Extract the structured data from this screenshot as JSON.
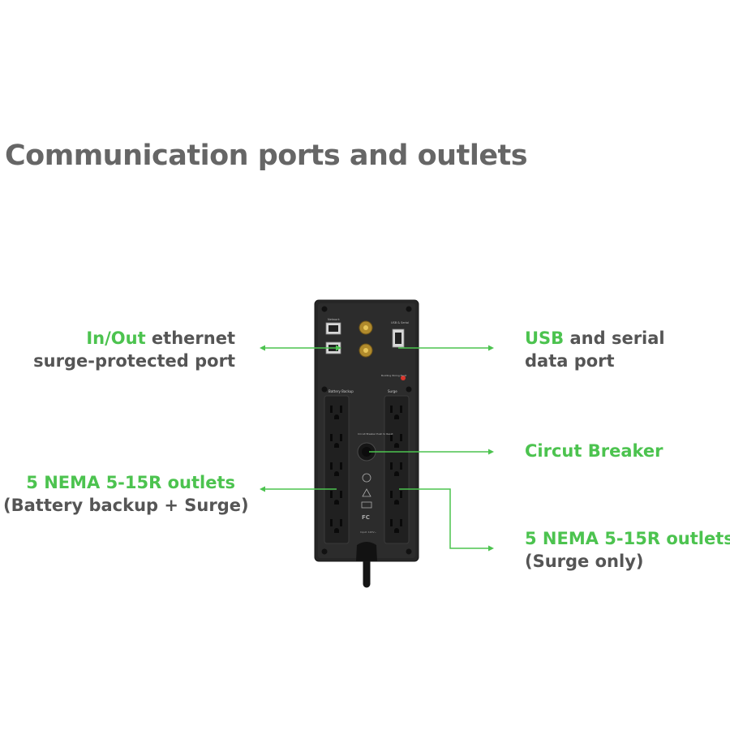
{
  "title": "Communication ports and outlets",
  "colors": {
    "accent": "#4cc34f",
    "text": "#555555",
    "title": "#666666",
    "device": "#262626"
  },
  "callouts": {
    "ethernet": {
      "line1_accent": "In/Out",
      "line1_rest": " ethernet",
      "line2": "surge-protected port"
    },
    "usb": {
      "line1_accent": "USB",
      "line1_rest": " and serial",
      "line2": "data port"
    },
    "breaker": {
      "line1_accent": "Circut Breaker"
    },
    "battery": {
      "line1_accent": "5 NEMA 5-15R outlets",
      "line2": "(Battery backup + Surge)"
    },
    "surge": {
      "line1_accent": "5 NEMA 5-15R outlets",
      "line2": "(Surge only)"
    }
  },
  "device": {
    "label_network": "Network",
    "label_usb_serial": "USB & Serial",
    "label_battery_backup": "Battery Backup",
    "label_surge": "Surge",
    "label_building_wiring": "Building Wiring Fault",
    "label_breaker": "Circuit Breaker Push to Reset",
    "label_input": "Input: 120V~"
  }
}
